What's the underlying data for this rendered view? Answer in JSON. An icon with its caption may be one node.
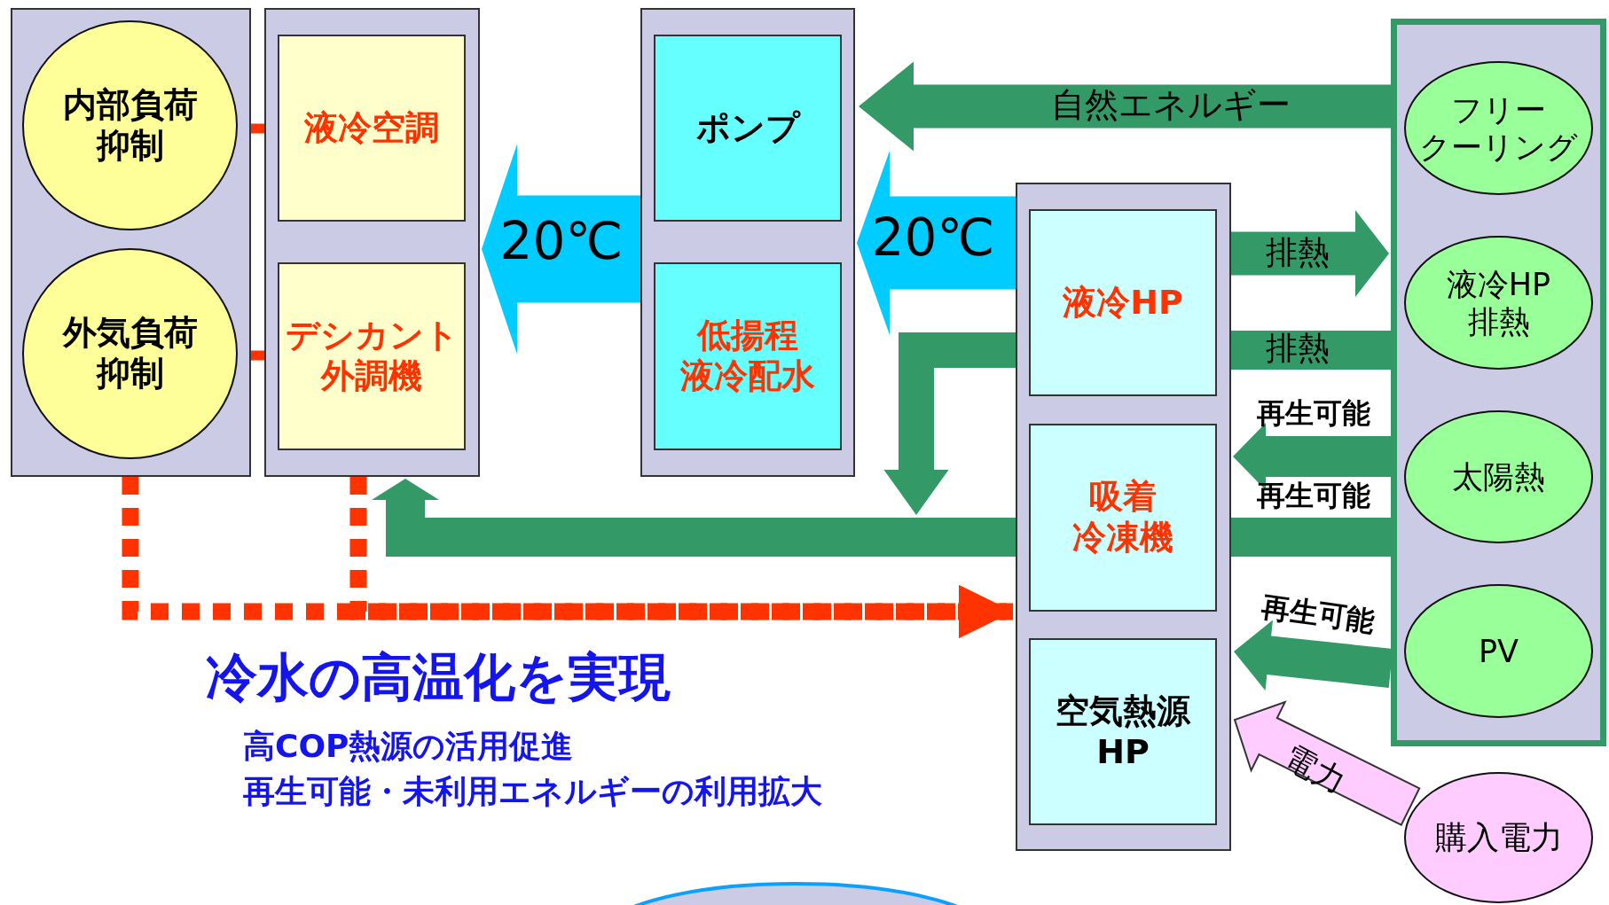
{
  "diagram": {
    "nodes": [
      {
        "text": [],
        "shape": "box"
      },
      {
        "text": [
          "内部負荷抑制"
        ],
        "in": 0
      },
      {
        "text": [
          "外気負荷抑制"
        ],
        "in": 0
      },
      {
        "text": [],
        "shape": "box"
      },
      {
        "text": [
          "液冷空調"
        ],
        "in": 3
      },
      {
        "text": [
          "デシカント外調機"
        ],
        "in": 3
      },
      {
        "text": [],
        "shape": "box"
      },
      {
        "text": [
          "ポンプ"
        ],
        "in": 6
      },
      {
        "text": [
          "低揚程液冷配水"
        ],
        "in": 6
      },
      {
        "text": [],
        "shape": "box"
      },
      {
        "text": [
          "液冷HP"
        ],
        "in": 9
      },
      {
        "text": [
          "吸着冷凍機"
        ],
        "in": 9
      },
      {
        "text": [
          "空気熱源HP"
        ],
        "in": 9
      },
      {
        "text": [],
        "shape": "box"
      },
      {
        "text": [
          "フリークーリング"
        ],
        "in": 13
      },
      {
        "text": [
          "液冷HP排熱"
        ],
        "in": 13
      },
      {
        "text": [
          "太陽熱"
        ],
        "in": 13
      },
      {
        "text": [
          "PV"
        ],
        "in": 13
      },
      {
        "text": [
          "購入電力"
        ]
      },
      {
        "text": [],
        "shape": "circle"
      }
    ],
    "edges": [
      {
        "from": 1,
        "to": 4,
        "arrow": "none",
        "color": "#ff3300"
      },
      {
        "from": 2,
        "to": 5,
        "arrow": "none",
        "color": "#ff3300"
      },
      {
        "from": 6,
        "to": 3,
        "arrow": "to",
        "label": "20℃",
        "color": "#00ccff"
      },
      {
        "from": 9,
        "to": 6,
        "arrow": "to",
        "label": "20℃",
        "color": "#00ccff"
      },
      {
        "from": 13,
        "to": 6,
        "arrow": "to",
        "label": "自然エネルギー"
      },
      {
        "from": 10,
        "to": 13,
        "arrow": "to",
        "label": "排熱"
      },
      {
        "from": 10,
        "to": 13,
        "arrow": "none",
        "label": "排熱"
      },
      {
        "from": 10,
        "to": null,
        "arrow": "to"
      },
      {
        "from": 13,
        "to": 11,
        "arrow": "to",
        "label": "再生可能"
      },
      {
        "from": 13,
        "to": 11,
        "arrow": "none",
        "label": "再生可能"
      },
      {
        "from": 11,
        "to": 3,
        "arrow": "to"
      },
      {
        "from": 13,
        "to": 12,
        "arrow": "to",
        "label": "再生可能"
      },
      {
        "from": 18,
        "to": 12,
        "arrow": "to",
        "label": "電力",
        "color": "#ffccff"
      },
      {
        "from": 0,
        "to": 9,
        "arrow": "to",
        "style": "dashed",
        "color": "#ff3300"
      },
      {
        "from": 3,
        "to": 9,
        "arrow": "to",
        "style": "dashed",
        "color": "#ff3300"
      }
    ],
    "labels": [
      "冷水の高温化を実現",
      "高COP熱源の活用促進",
      "再生可能・未利用エネルギーの利用拡大"
    ]
  }
}
